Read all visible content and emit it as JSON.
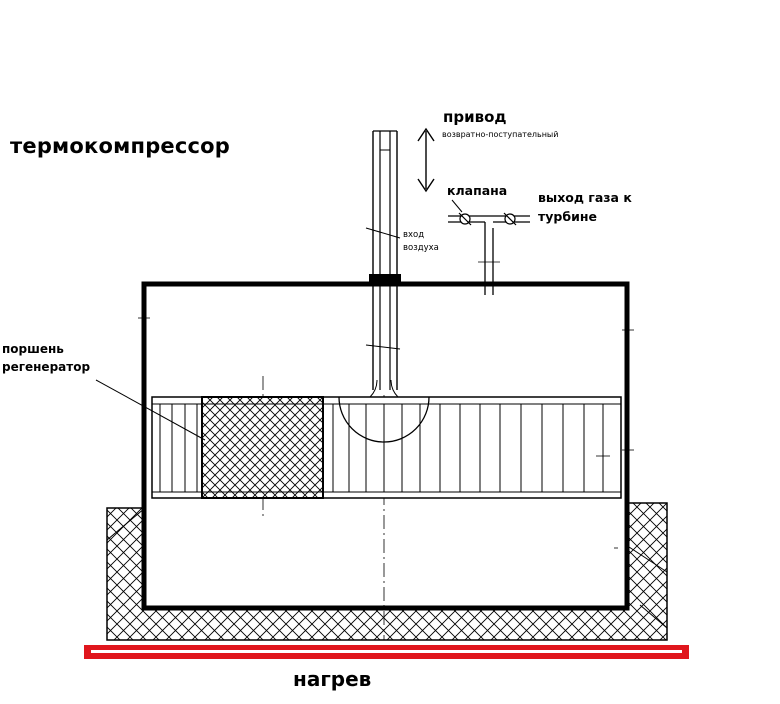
{
  "labels": {
    "title": "термокомпрессор",
    "drive": "привод",
    "drive_sub": "возвратно-поступательный",
    "valves": "клапана",
    "gas_out_line1": "выход газа к",
    "gas_out_line2": "турбине",
    "air_in_line1": "вход",
    "air_in_line2": "воздуха",
    "piston_line1": "поршень",
    "piston_line2": "регенератор",
    "heat": "нагрев"
  },
  "colors": {
    "line": "#000000",
    "heater": "#e0161d",
    "background": "#ffffff"
  }
}
